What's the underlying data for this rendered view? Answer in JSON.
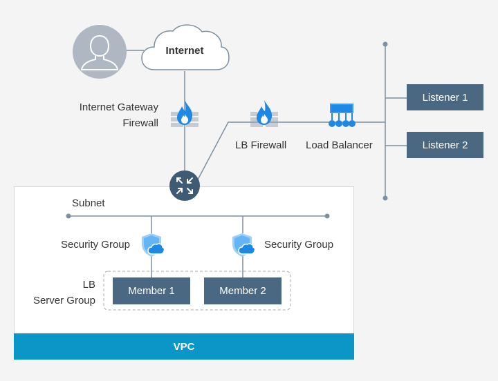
{
  "internet": {
    "label": "Internet"
  },
  "igw_firewall": {
    "line1": "Internet Gateway",
    "line2": "Firewall"
  },
  "lb_firewall": {
    "label": "LB Firewall"
  },
  "load_balancer": {
    "label": "Load Balancer"
  },
  "listeners": [
    {
      "label": "Listener 1"
    },
    {
      "label": "Listener 2"
    }
  ],
  "subnet": {
    "label": "Subnet"
  },
  "security_groups": [
    {
      "label": "Security Group"
    },
    {
      "label": "Security Group"
    }
  ],
  "lb_server_group": {
    "line1": "LB",
    "line2": "Server Group"
  },
  "members": [
    {
      "label": "Member 1"
    },
    {
      "label": "Member 2"
    }
  ],
  "vpc": {
    "label": "VPC"
  },
  "colors": {
    "node_fill": "#4a6882",
    "vpc_bar": "#0a96c6",
    "icon_blue": "#1e88e5",
    "router_fill": "#3f5a73",
    "line": "#7d8f9e"
  },
  "icons": [
    "user-icon",
    "cloud-icon",
    "firewall-icon",
    "load-balancer-icon",
    "router-icon",
    "security-group-icon"
  ]
}
